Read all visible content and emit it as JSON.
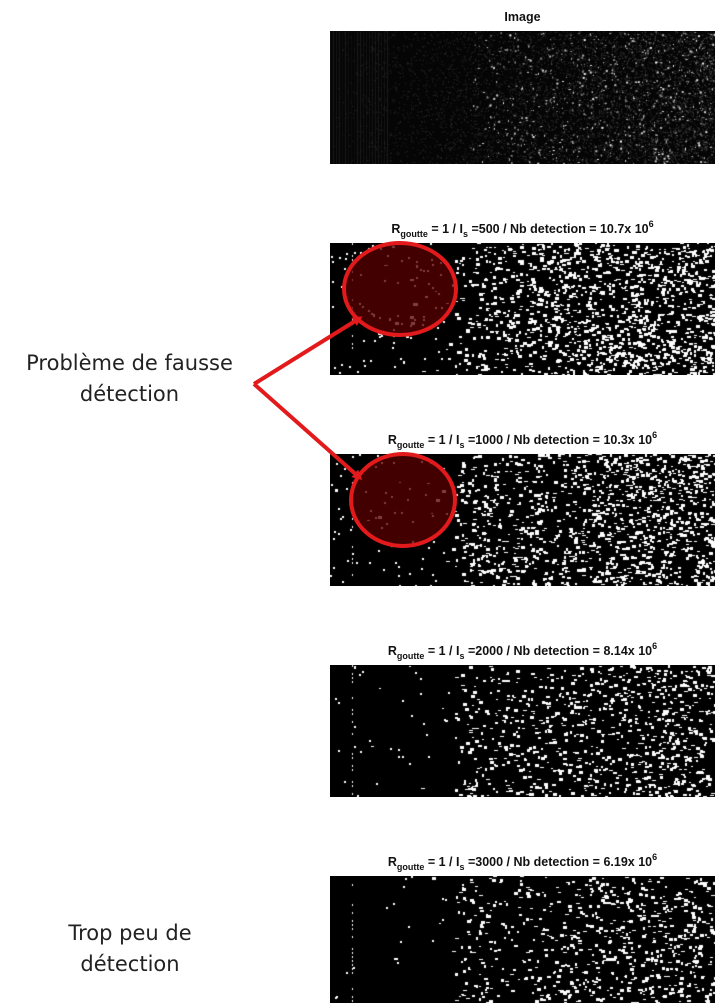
{
  "image_title": "Image",
  "panels": [
    {
      "prefix": "R",
      "sub": "goutte",
      "mid": " = 1 / I",
      "sub2": "s",
      "rest": " =500 / Nb detection = 10.7x 10",
      "exp": "6",
      "density": 0.52
    },
    {
      "prefix": "R",
      "sub": "goutte",
      "mid": " = 1 / I",
      "sub2": "s",
      "rest": " =1000 / Nb detection = 10.3x 10",
      "exp": "6",
      "density": 0.48
    },
    {
      "prefix": "R",
      "sub": "goutte",
      "mid": " = 1 / I",
      "sub2": "s",
      "rest": " =2000 / Nb detection = 8.14x 10",
      "exp": "6",
      "density": 0.33
    },
    {
      "prefix": "R",
      "sub": "goutte",
      "mid": " = 1 / I",
      "sub2": "s",
      "rest": " =3000 / Nb detection = 6.19x 10",
      "exp": "6",
      "density": 0.27
    }
  ],
  "labels": {
    "false_detection_line1": "Problème de fausse",
    "false_detection_line2": "détection",
    "too_few_line1": "Trop peu de",
    "too_few_line2": "détection"
  },
  "colors": {
    "highlight": "#e31a1c",
    "highlight_fill": "#5a0000"
  }
}
